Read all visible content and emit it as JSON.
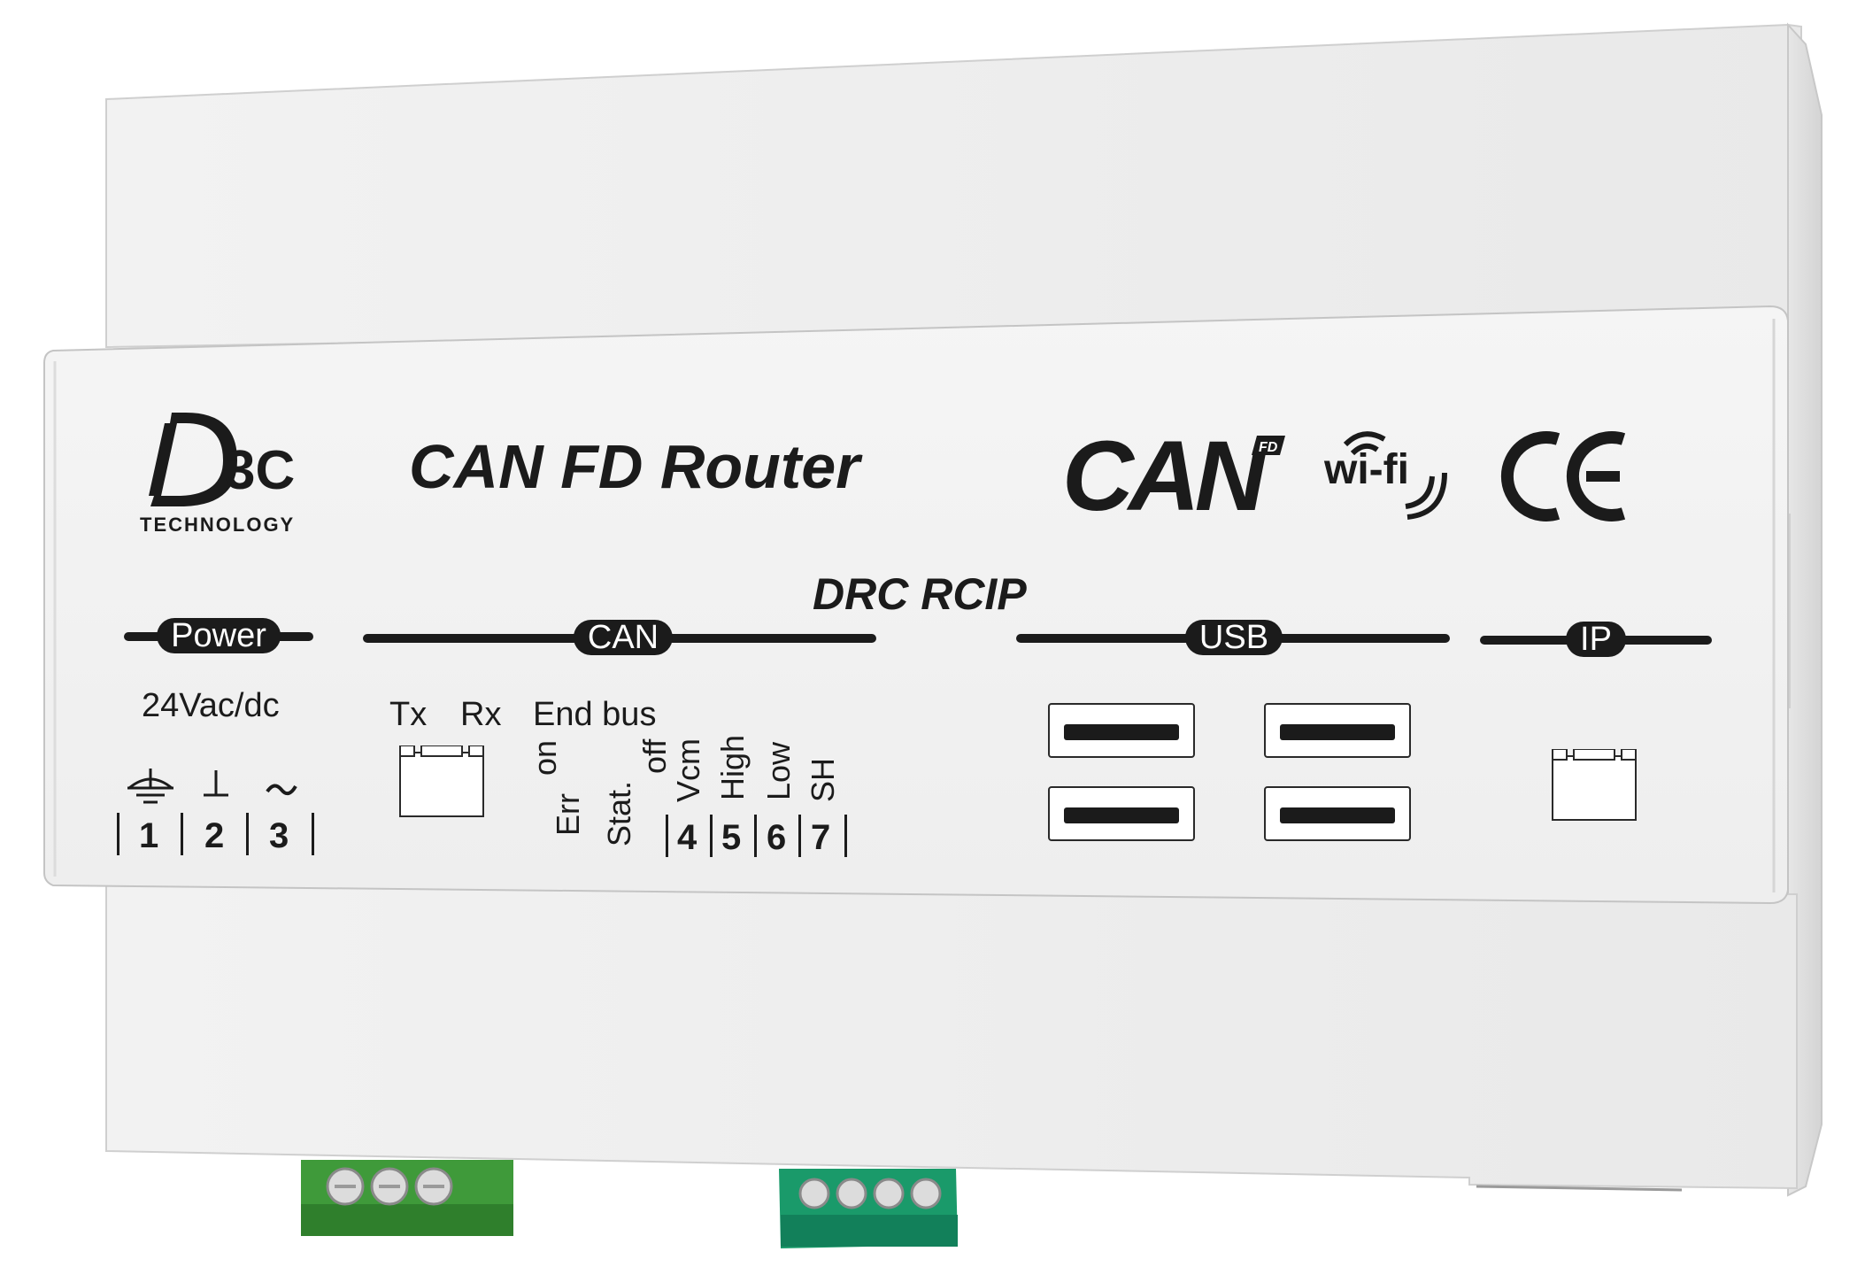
{
  "product": {
    "title": "CAN FD Router",
    "model": "DRC RCIP"
  },
  "brand": {
    "logo_name": "drc-technology-logo",
    "tagline": "TECHNOLOGY"
  },
  "certifications": [
    "CAN FD",
    "wi-fi",
    "CE"
  ],
  "sections": {
    "power": {
      "label": "Power",
      "voltage": "24Vac/dc",
      "terminals": [
        "1",
        "2",
        "3"
      ]
    },
    "can": {
      "label": "CAN",
      "tx": "Tx",
      "rx": "Rx",
      "end_bus": "End bus",
      "on": "on",
      "off": "off",
      "err": "Err",
      "stat": "Stat.",
      "pins": [
        "Vcm",
        "High",
        "Low",
        "SH"
      ],
      "terminals": [
        "4",
        "5",
        "6",
        "7"
      ]
    },
    "usb": {
      "label": "USB",
      "port_count": 4
    },
    "ip": {
      "label": "IP"
    }
  },
  "colors": {
    "housing": "#ececec",
    "front_panel": "#f4f4f4",
    "print": "#1b1b1b",
    "terminal_green_left": "#3f9a3a",
    "terminal_green_right": "#1a9a6a"
  }
}
